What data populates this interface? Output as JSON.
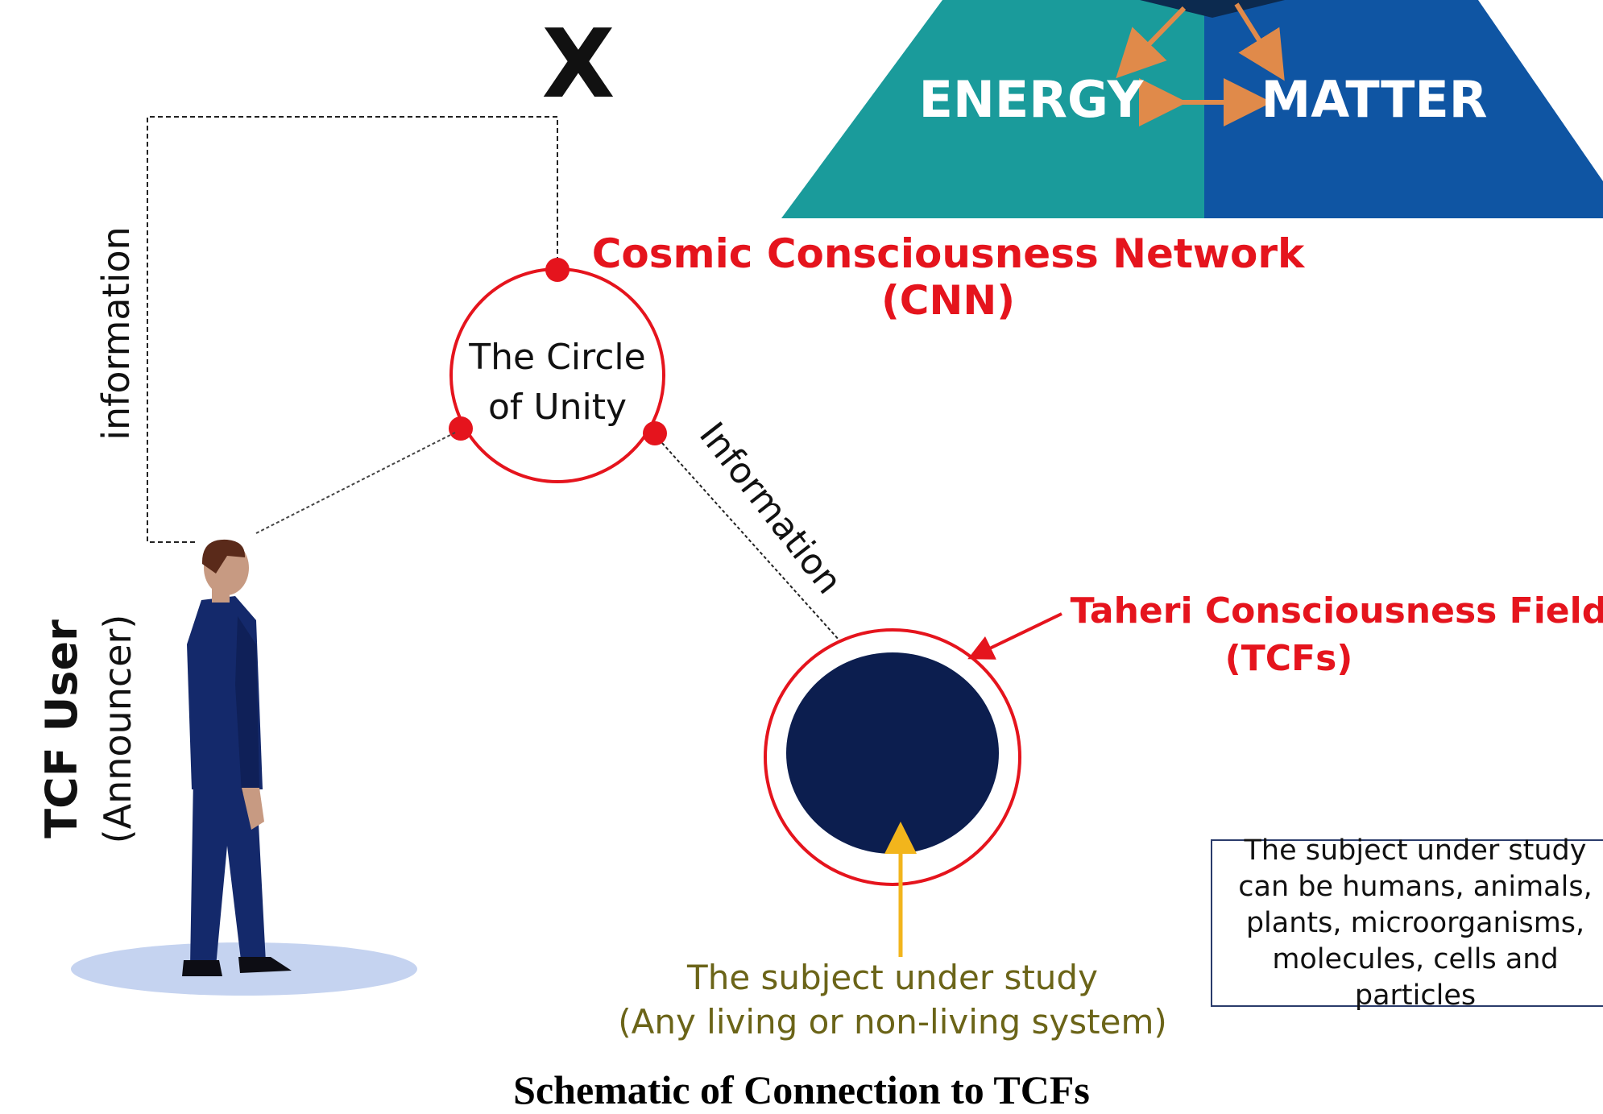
{
  "pyramid": {
    "left_label": "ENERGY",
    "right_label": "MATTER",
    "left_color": "#1a9b9b",
    "right_color": "#0f55a3",
    "apex_color": "#0c2a4f",
    "arrow_color": "#e08a4a"
  },
  "top_mark": "X",
  "labels": {
    "information_vertical": "information",
    "information_diagonal": "Information",
    "cnn_line1": "Cosmic Consciousness Network",
    "cnn_line2": "(CNN)",
    "circle_line1": "The Circle",
    "circle_line2": "of Unity",
    "tcf_line1": "Taheri Consciousness Fields",
    "tcf_line2": "(TCFs)",
    "user_line1": "TCF User",
    "user_line2": "(Announcer)",
    "subject_line1": "The subject under study",
    "subject_line2": "(Any living or non-living system)"
  },
  "note": {
    "text": "The subject under study\ncan be humans, animals,\nplants, microorganisms,\nmolecules, cells and particles"
  },
  "caption": "Schematic of Connection to TCFs",
  "colors": {
    "red": "#e5141d",
    "navy": "#0c1e4f",
    "olive": "#6b6418",
    "yellow_arrow": "#f2b51c",
    "person_suit": "#14296b",
    "floor": "#c5d3f0"
  }
}
